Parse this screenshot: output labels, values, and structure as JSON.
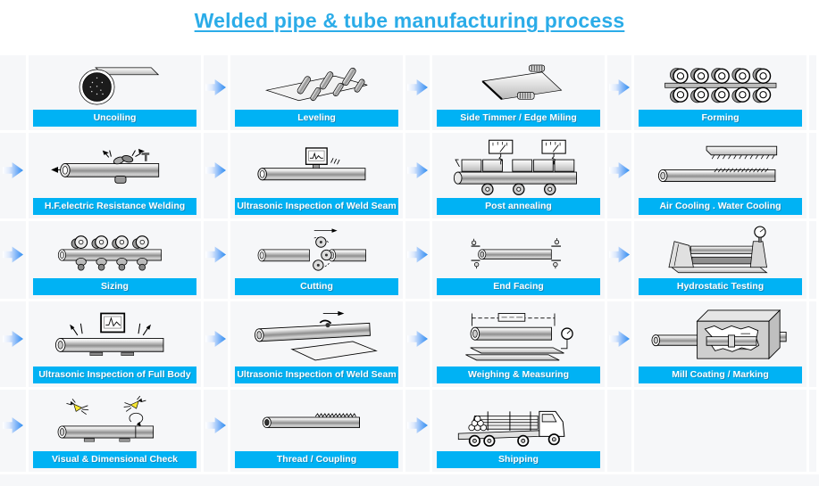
{
  "title": "Welded pipe & tube manufacturing process",
  "colors": {
    "accent": "#00B2F4",
    "title_color": "#2BACE8",
    "cell_bg": "#F6F7F9",
    "arrow_blue": "#2F8EF0"
  },
  "rows": [
    {
      "steps": [
        {
          "label": "Uncoiling",
          "icon": "uncoiling-icon"
        },
        {
          "label": "Leveling",
          "icon": "leveling-icon"
        },
        {
          "label": "Side Timmer / Edge Miling",
          "icon": "side-trimmer-icon"
        },
        {
          "label": "Forming",
          "icon": "forming-icon"
        }
      ]
    },
    {
      "steps": [
        {
          "label": "H.F.electric Resistance Welding",
          "icon": "hf-welding-icon"
        },
        {
          "label": "Ultrasonic Inspection of Weld Seam",
          "icon": "ultrasonic-weld-seam-icon"
        },
        {
          "label": "Post annealing",
          "icon": "post-annealing-icon"
        },
        {
          "label": "Air Cooling . Water Cooling",
          "icon": "air-water-cooling-icon"
        }
      ]
    },
    {
      "steps": [
        {
          "label": "Sizing",
          "icon": "sizing-icon"
        },
        {
          "label": "Cutting",
          "icon": "cutting-icon"
        },
        {
          "label": "End Facing",
          "icon": "end-facing-icon"
        },
        {
          "label": "Hydrostatic Testing",
          "icon": "hydrostatic-testing-icon"
        }
      ]
    },
    {
      "steps": [
        {
          "label": "Ultrasonic Inspection of Full Body",
          "icon": "ultrasonic-full-body-icon"
        },
        {
          "label": "Ultrasonic Inspection of Weld Seam",
          "icon": "ultrasonic-weld-seam-rotary-icon"
        },
        {
          "label": "Weighing & Measuring",
          "icon": "weighing-measuring-icon"
        },
        {
          "label": "Mill Coating / Marking",
          "icon": "mill-coating-icon"
        }
      ]
    },
    {
      "steps": [
        {
          "label": "Visual & Dimensional Check",
          "icon": "visual-check-icon"
        },
        {
          "label": "Thread / Coupling",
          "icon": "thread-coupling-icon"
        },
        {
          "label": "Shipping",
          "icon": "shipping-icon"
        }
      ]
    }
  ]
}
